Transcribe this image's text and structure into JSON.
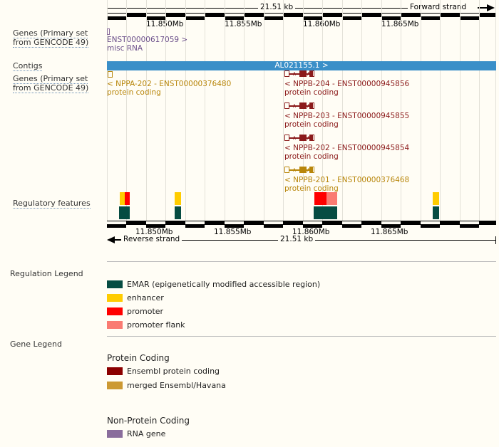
{
  "top_ruler": {
    "scale_label": "21.51 kb",
    "strand_label": "Forward strand",
    "tick_labels": [
      "11.850Mb",
      "11.855Mb",
      "11.860Mb",
      "11.865Mb"
    ]
  },
  "bottom_ruler": {
    "scale_label": "21.51 kb",
    "strand_label": "Reverse strand",
    "tick_labels": [
      "11.850Mb",
      "11.855Mb",
      "11.860Mb",
      "11.865Mb"
    ]
  },
  "tracks": [
    {
      "name": "genes-top",
      "label_line1": "Genes (Primary set",
      "label_line2": "from GENCODE 49)"
    },
    {
      "name": "contigs",
      "label_line1": "Contigs",
      "label_line2": ""
    },
    {
      "name": "genes-bottom",
      "label_line1": "Genes (Primary set",
      "label_line2": "from GENCODE 49)"
    },
    {
      "name": "regulatory-features",
      "label_line1": "Regulatory features ",
      "label_line2": ""
    }
  ],
  "top_gene_track": {
    "transcript_id": "ENST00000617059 >",
    "biotype": "misc RNA"
  },
  "contig": {
    "label": "AL021155.1 >"
  },
  "bottom_gene_track": {
    "transcripts": [
      {
        "name": "NPPA-202",
        "label": "< NPPA-202 - ENST00000376480",
        "biotype": "protein coding",
        "color": "#b8860b"
      },
      {
        "name": "NPPB-204",
        "label": "< NPPB-204 - ENST00000945856",
        "biotype": "protein coding",
        "color": "#8b1a1a"
      },
      {
        "name": "NPPB-203",
        "label": "< NPPB-203 - ENST00000945855",
        "biotype": "protein coding",
        "color": "#8b1a1a"
      },
      {
        "name": "NPPB-202",
        "label": "< NPPB-202 - ENST00000945854",
        "biotype": "protein coding",
        "color": "#8b1a1a"
      },
      {
        "name": "NPPB-201",
        "label": "< NPPB-201 - ENST00000376468",
        "biotype": "protein coding",
        "color": "#b8860b"
      }
    ]
  },
  "regulation_legend": {
    "section_label": "Regulation Legend",
    "items": [
      {
        "color": "#064c42",
        "label": "EMAR (epigenetically modified accessible region)"
      },
      {
        "color": "#ffcc00",
        "label": "enhancer"
      },
      {
        "color": "#ff0000",
        "label": "promoter"
      },
      {
        "color": "#fa7b72",
        "label": "promoter flank"
      }
    ]
  },
  "gene_legend": {
    "section_label": "Gene Legend",
    "groups": [
      {
        "heading": "Protein Coding",
        "items": [
          {
            "color": "#8b0000",
            "label": "Ensembl protein coding"
          },
          {
            "color": "#cc9933",
            "label": "merged Ensembl/Havana"
          }
        ]
      },
      {
        "heading": "Non-Protein Coding",
        "items": [
          {
            "color": "#8a6d9c",
            "label": "RNA gene"
          }
        ]
      }
    ]
  },
  "colors": {
    "background": "#fffdf5",
    "contig_blue": "#3a8fc8",
    "gridline": "#e3e1d8",
    "emar": "#064c42",
    "enhancer": "#ffcc00",
    "promoter": "#ff0000",
    "promoter_flank": "#fa7b72"
  }
}
